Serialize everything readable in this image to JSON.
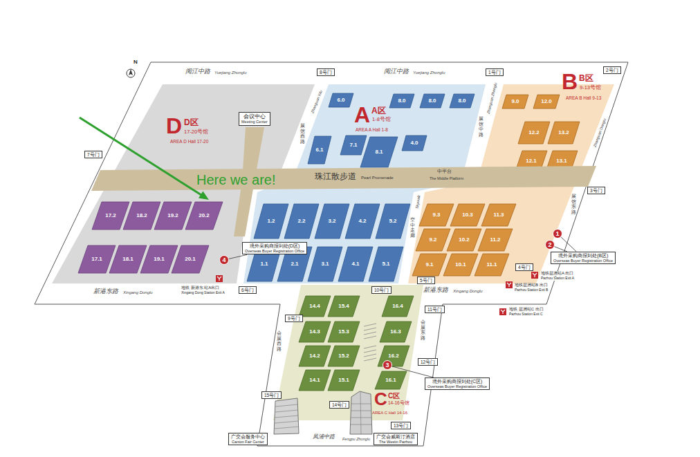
{
  "diagram": {
    "nodes": [
      {
        "text": [
          "D",
          "D区",
          "17-20号馆",
          "AREA D Hall 17-20"
        ]
      },
      {
        "text": [
          "17.2"
        ],
        "in": 0
      },
      {
        "text": [
          "18.2"
        ],
        "in": 0
      },
      {
        "text": [
          "19.2"
        ],
        "in": 0
      },
      {
        "text": [
          "20.2"
        ],
        "in": 0
      },
      {
        "text": [
          "17.1"
        ],
        "in": 0
      },
      {
        "text": [
          "18.1"
        ],
        "in": 0
      },
      {
        "text": [
          "19.1"
        ],
        "in": 0
      },
      {
        "text": [
          "20.1"
        ],
        "in": 0
      },
      {
        "text": [
          "会议中心",
          "Meeting Center"
        ],
        "in": 0
      },
      {
        "text": [
          "A",
          "A区",
          "1-8号馆",
          "AREA A Hall 1-8"
        ]
      },
      {
        "text": [
          "6.0"
        ],
        "in": 10
      },
      {
        "text": [
          "8.0"
        ],
        "in": 10
      },
      {
        "text": [
          "8.0"
        ],
        "in": 10
      },
      {
        "text": [
          "8.0"
        ],
        "in": 10
      },
      {
        "text": [
          "6.1"
        ],
        "in": 10
      },
      {
        "text": [
          "7.1"
        ],
        "in": 10
      },
      {
        "text": [
          "8.1"
        ],
        "in": 10
      },
      {
        "text": [
          "4.0"
        ],
        "in": 10
      },
      {
        "text": [
          "1.2"
        ],
        "in": 10
      },
      {
        "text": [
          "2.2"
        ],
        "in": 10
      },
      {
        "text": [
          "3.2"
        ],
        "in": 10
      },
      {
        "text": [
          "4.2"
        ],
        "in": 10
      },
      {
        "text": [
          "5.2"
        ],
        "in": 10
      },
      {
        "text": [
          "1.1"
        ],
        "in": 10
      },
      {
        "text": [
          "2.1"
        ],
        "in": 10
      },
      {
        "text": [
          "3.1"
        ],
        "in": 10
      },
      {
        "text": [
          "4.1"
        ],
        "in": 10
      },
      {
        "text": [
          "5.1"
        ],
        "in": 10
      },
      {
        "text": [
          "B",
          "B区",
          "9-13号馆",
          "AREA B Hall 9-13"
        ]
      },
      {
        "text": [
          "9.0"
        ],
        "in": 29
      },
      {
        "text": [
          "12.0"
        ],
        "in": 29
      },
      {
        "text": [
          "12.2"
        ],
        "in": 29
      },
      {
        "text": [
          "13.2"
        ],
        "in": 29
      },
      {
        "text": [
          "12.1"
        ],
        "in": 29
      },
      {
        "text": [
          "13.1"
        ],
        "in": 29
      },
      {
        "text": [
          "9.3"
        ],
        "in": 29
      },
      {
        "text": [
          "10.3"
        ],
        "in": 29
      },
      {
        "text": [
          "11.3"
        ],
        "in": 29
      },
      {
        "text": [
          "9.2"
        ],
        "in": 29
      },
      {
        "text": [
          "10.2"
        ],
        "in": 29
      },
      {
        "text": [
          "11.2"
        ],
        "in": 29
      },
      {
        "text": [
          "9.1"
        ],
        "in": 29
      },
      {
        "text": [
          "10.1"
        ],
        "in": 29
      },
      {
        "text": [
          "11.1"
        ],
        "in": 29
      },
      {
        "text": [
          "珠江散步道",
          "Pearl Promenade"
        ]
      },
      {
        "text": [
          "C",
          "C区",
          "14-16号馆",
          "AREA C Hall 14-16"
        ]
      },
      {
        "text": [
          "14.4"
        ],
        "in": 46
      },
      {
        "text": [
          "15.4"
        ],
        "in": 46
      },
      {
        "text": [
          "16.4"
        ],
        "in": 46
      },
      {
        "text": [
          "14.3"
        ],
        "in": 46
      },
      {
        "text": [
          "15.3"
        ],
        "in": 46
      },
      {
        "text": [
          "16.3"
        ],
        "in": 46
      },
      {
        "text": [
          "14.2"
        ],
        "in": 46
      },
      {
        "text": [
          "15.2"
        ],
        "in": 46
      },
      {
        "text": [
          "16.2"
        ],
        "in": 46
      },
      {
        "text": [
          "14.1"
        ],
        "in": 46
      },
      {
        "text": [
          "15.1"
        ],
        "in": 46
      },
      {
        "text": [
          "16.1"
        ],
        "in": 46
      },
      {
        "text": [
          "8号门"
        ]
      },
      {
        "text": [
          "1号门"
        ]
      },
      {
        "text": [
          "2号门"
        ]
      },
      {
        "text": [
          "7号门"
        ]
      },
      {
        "text": [
          "3号门"
        ]
      },
      {
        "text": [
          "4号门"
        ]
      },
      {
        "text": [
          "5号门"
        ]
      },
      {
        "text": [
          "6号门"
        ]
      },
      {
        "text": [
          "10号门"
        ]
      },
      {
        "text": [
          "11号门"
        ]
      },
      {
        "text": [
          "9号门"
        ]
      },
      {
        "text": [
          "12号门"
        ]
      },
      {
        "text": [
          "13号门"
        ]
      },
      {
        "text": [
          "14号门"
        ]
      },
      {
        "text": [
          "15号门"
        ]
      },
      {
        "text": [
          "1"
        ]
      },
      {
        "text": [
          "2"
        ]
      },
      {
        "text": [
          "3"
        ],
        "in": 46
      },
      {
        "text": [
          "4"
        ],
        "in": 0
      },
      {
        "text": [
          "境外采购商报到处(B区)",
          "Overseas Buyer Registration Office"
        ]
      },
      {
        "text": [
          "境外采购商报到处(C区)",
          "Overseas Buyer Registration Office"
        ]
      },
      {
        "text": [
          "境外采购商报到处(D区)",
          "Overseas Buyer Registration Office"
        ]
      },
      {
        "text": [
          "广交会服务中心",
          "Canton Fair Center"
        ]
      },
      {
        "text": [
          "广交会威斯汀酒店",
          "The Westin Pazhou"
        ]
      }
    ],
    "edges": [
      {
        "from": 74,
        "to": 78,
        "arrow": "none"
      },
      {
        "from": 75,
        "to": 78,
        "arrow": "none"
      },
      {
        "from": 76,
        "to": 79,
        "arrow": "none"
      },
      {
        "from": 77,
        "to": 80,
        "arrow": "none"
      }
    ],
    "labels": [
      "N",
      "阅江中路",
      "Yuejiang Zhonglu",
      "阅江中路",
      "Yuejiang Zhonglu",
      "展馆西路",
      "Zhanguan Xilu",
      "展馆中路",
      "Zhanguan Zhonglu",
      "展馆东路",
      "Zhanguan Donglu",
      "空中走廊",
      "Skywalk",
      "中平台",
      "The Middle Platform",
      "Here we are!",
      "新港东路",
      "Xingang Donglu",
      "新港东路",
      "Xingang Donglu",
      "地铁 新港东 站A出口",
      "Xingang Dong Station Exit A",
      "地铁琶洲站A 出口",
      "Pazhou Station Exit A",
      "地铁琶洲站B 出口",
      "Pazhou Station Exit B",
      "地铁 琶洲站C 出口",
      "Pazhou Station Exit C",
      "会展西路",
      "会展东路",
      "凤浦中路",
      "Fengpu Zhonglu"
    ]
  }
}
